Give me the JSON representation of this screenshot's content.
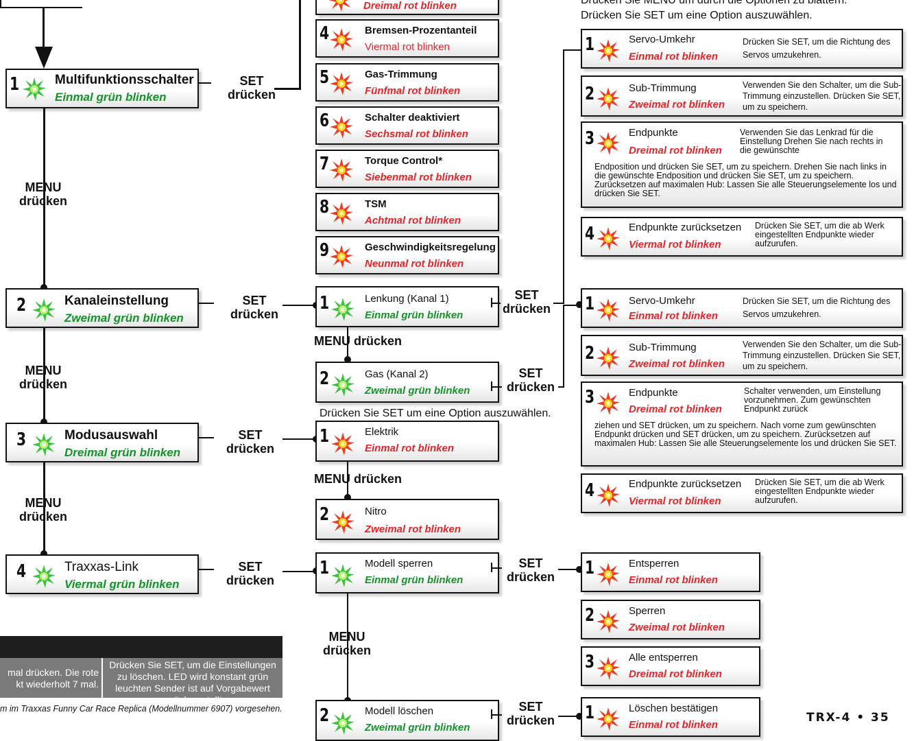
{
  "colors": {
    "red": "#e3262c",
    "green": "#17922d",
    "burst_red": "#ef3b24",
    "burst_green": "#3cc23c"
  },
  "header": {
    "line1": "Drücken Sie MENU um durch die Optionen zu blättern.",
    "line2": "Drücken Sie SET um eine Option auszuwählen."
  },
  "left_menu": [
    {
      "num": "1",
      "title": "Multifunktionsschalter",
      "blink": "Einmal grün blinken"
    },
    {
      "num": "2",
      "title": "Kanaleinstellung",
      "blink": "Zweimal grün blinken"
    },
    {
      "num": "3",
      "title": "Modusauswahl",
      "blink": "Dreimal grün blinken"
    },
    {
      "num": "4",
      "title": "Traxxas-Link",
      "blink": "Viermal grün blinken"
    }
  ],
  "labels": {
    "set1": "SET",
    "set2": "drücken",
    "menu1": "MENU",
    "menu2": "drücken",
    "menu_inline": "MENU drücken"
  },
  "multi_options": [
    {
      "num": "",
      "title": "",
      "blink": "Dreimal rot blinken"
    },
    {
      "num": "4",
      "title": "Bremsen-Prozentanteil",
      "blink": "Viermal rot blinken"
    },
    {
      "num": "5",
      "title": "Gas-Trimmung",
      "blink": "Fünfmal rot blinken"
    },
    {
      "num": "6",
      "title": "Schalter deaktiviert",
      "blink": "Sechsmal rot blinken"
    },
    {
      "num": "7",
      "title": "Torque Control*",
      "blink": "Siebenmal rot blinken"
    },
    {
      "num": "8",
      "title": "TSM",
      "blink": "Achtmal rot blinken"
    },
    {
      "num": "9",
      "title": "Geschwindigkeitsregelung",
      "blink": "Neunmal rot blinken"
    }
  ],
  "channel": [
    {
      "num": "1",
      "title": "Lenkung (Kanal 1)",
      "blink": "Einmal grün blinken"
    },
    {
      "num": "2",
      "title": "Gas (Kanal 2)",
      "blink": "Zweimal grün blinken"
    }
  ],
  "mode_hint": "Drücken Sie SET um eine Option auszuwählen.",
  "mode": [
    {
      "num": "1",
      "title": "Elektrik",
      "blink": "Einmal rot blinken"
    },
    {
      "num": "2",
      "title": "Nitro",
      "blink": "Zweimal rot blinken"
    }
  ],
  "link": [
    {
      "num": "1",
      "title": "Modell sperren",
      "blink": "Einmal grün blinken"
    },
    {
      "num": "2",
      "title": "Modell löschen",
      "blink": "Zweimal grün blinken"
    }
  ],
  "steer_opts": [
    {
      "num": "1",
      "title": "Servo-Umkehr",
      "blink": "Einmal rot blinken",
      "desc": "Drücken Sie SET, um die Richtung des Servos umzukehren.",
      "desc2": ""
    },
    {
      "num": "2",
      "title": "Sub-Trimmung",
      "blink": "Zweimal rot blinken",
      "desc": "Verwenden Sie den Schalter, um die Sub-Trimmung einzustellen. Drücken Sie SET, um zu speichern.",
      "desc2": ""
    },
    {
      "num": "3",
      "title": "Endpunkte",
      "blink": "Dreimal rot blinken",
      "desc": "Verwenden Sie das Lenkrad für die Einstellung Drehen Sie nach rechts in die gewünschte",
      "desc2": "Endposition und drücken Sie SET, um zu speichern. Drehen Sie nach links in die gewünschte Endposition und drücken Sie SET, um zu speichern. Zurücksetzen auf maximalen Hub: Lassen Sie alle Steuerungselemente los und drücken Sie SET."
    },
    {
      "num": "4",
      "title": "Endpunkte zurücksetzen",
      "blink": "Viermal rot blinken",
      "desc": "Drücken Sie SET, um die ab Werk eingestellten Endpunkte wieder aufzurufen.",
      "desc2": ""
    }
  ],
  "gas_opts": [
    {
      "num": "1",
      "title": "Servo-Umkehr",
      "blink": "Einmal rot blinken",
      "desc": "Drücken Sie SET, um die Richtung des Servos umzukehren.",
      "desc2": ""
    },
    {
      "num": "2",
      "title": "Sub-Trimmung",
      "blink": "Zweimal rot blinken",
      "desc": "Verwenden Sie den Schalter, um die Sub-Trimmung einzustellen. Drücken Sie SET, um zu speichern.",
      "desc2": ""
    },
    {
      "num": "3",
      "title": "Endpunkte",
      "blink": "Dreimal rot blinken",
      "desc": "Schalter verwenden, um Einstellung vorzunehmen. Zum gewünschten Endpunkt zurück",
      "desc2": "ziehen und SET drücken, um zu speichern. Nach vorne zum gewünschten Endpunkt drücken und SET drücken, um zu speichern. Zurücksetzen auf maximalen Hub: Lassen Sie alle Steuerungselemente los und drücken Sie SET."
    },
    {
      "num": "4",
      "title": "Endpunkte zurücksetzen",
      "blink": "Viermal rot blinken",
      "desc": "Drücken Sie SET, um die ab Werk eingestellten Endpunkte wieder aufzurufen.",
      "desc2": ""
    }
  ],
  "lock_opts": [
    {
      "num": "1",
      "title": "Entsperren",
      "blink": "Einmal rot blinken"
    },
    {
      "num": "2",
      "title": "Sperren",
      "blink": "Zweimal rot blinken"
    },
    {
      "num": "3",
      "title": "Alle entsperren",
      "blink": "Dreimal rot blinken"
    }
  ],
  "delete_opts": [
    {
      "num": "1",
      "title": "Löschen bestätigen",
      "blink": "Einmal rot blinken"
    }
  ],
  "table": {
    "cell1": "mal drücken. Die rote kt wiederholt 7 mal.",
    "cell2": "Drücken Sie SET, um die Einstellungen zu löschen. LED wird konstant grün leuchten Sender ist auf Vorgabewert zurück gestellt."
  },
  "footnote": "m im Traxxas Funny Car Race Replica (Modellnummer 6907) vorgesehen.",
  "page_footer": "TRX-4 • 35"
}
